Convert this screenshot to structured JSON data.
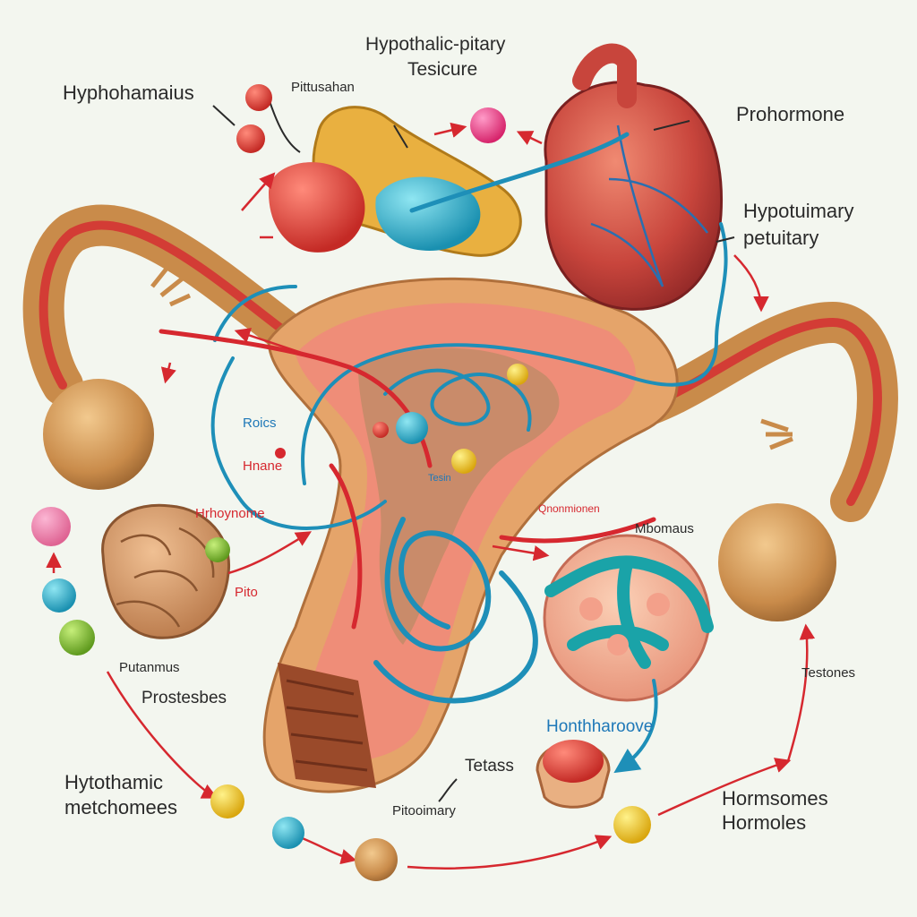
{
  "labels": {
    "top_title_line1": "Hypothalic-pitary",
    "top_title_line2": "Tesicure",
    "hyphohamaius": "Hyphohamaius",
    "pittusahan": "Pittusahan",
    "prohormone": "Prohormone",
    "hypotuimary_line1": "Hypotuimary",
    "hypotuimary_line2": "petuitary",
    "roics": "Roics",
    "hnane": "Hnane",
    "hrhoynome": "Hrhoynome",
    "pito": "Pito",
    "mmomaus": "Mbomaus",
    "qnormone": "Qnonmionen",
    "teston_inner": "Tesin",
    "putamus": "Putanmus",
    "prostesbes": "Prostesbes",
    "testones": "Testones",
    "honthharoove": "Honthharoove",
    "tetass": "Tetass",
    "pitooimary": "Pitooimary",
    "hyto_line1": "Hytothamic",
    "hyto_line2": "metchomees",
    "hormsomes_line1": "Hormsomes",
    "hormsomes_line2": "Hormoles"
  },
  "colors": {
    "background": "#f3f6ef",
    "artery_red": "#d6282f",
    "vessel_blue": "#1e8fb8",
    "gland_tan": "#c98b4a",
    "heart_red": "#c8453c",
    "label_dark": "#2a2a2a",
    "label_blue": "#1e78b8"
  }
}
